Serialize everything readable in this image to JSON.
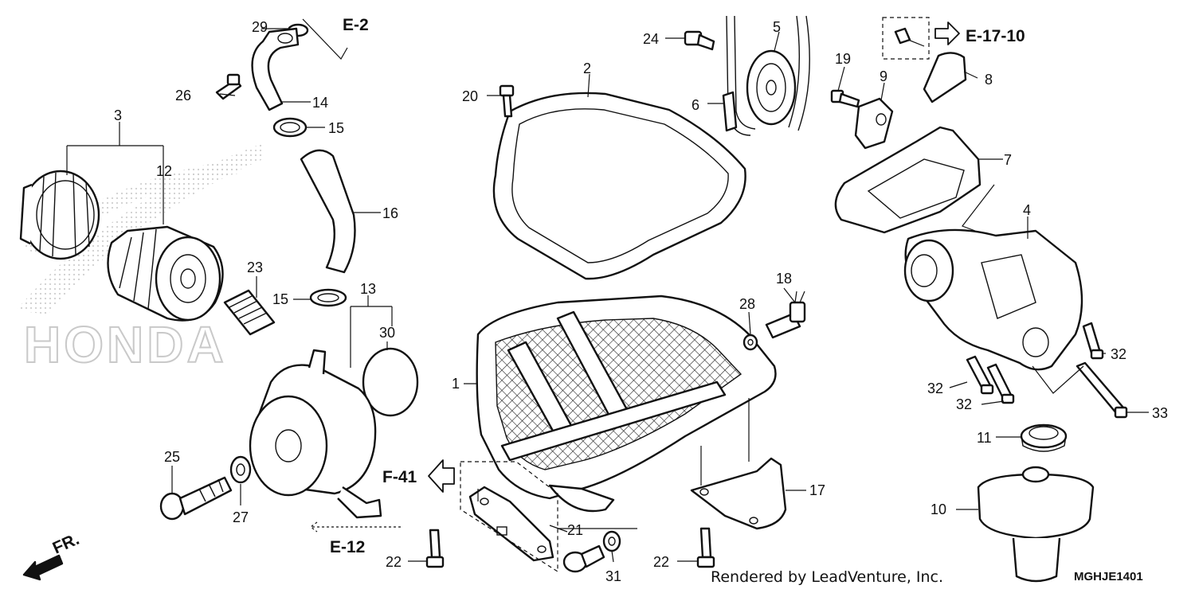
{
  "diagram": {
    "callouts": [
      {
        "id": "c1",
        "text": "1"
      },
      {
        "id": "c2",
        "text": "2"
      },
      {
        "id": "c3",
        "text": "3"
      },
      {
        "id": "c4",
        "text": "4"
      },
      {
        "id": "c5",
        "text": "5"
      },
      {
        "id": "c6",
        "text": "6"
      },
      {
        "id": "c7",
        "text": "7"
      },
      {
        "id": "c8",
        "text": "8"
      },
      {
        "id": "c9",
        "text": "9"
      },
      {
        "id": "c10",
        "text": "10"
      },
      {
        "id": "c11",
        "text": "11"
      },
      {
        "id": "c12",
        "text": "12"
      },
      {
        "id": "c13",
        "text": "13"
      },
      {
        "id": "c14",
        "text": "14"
      },
      {
        "id": "c15a",
        "text": "15"
      },
      {
        "id": "c15b",
        "text": "15"
      },
      {
        "id": "c16",
        "text": "16"
      },
      {
        "id": "c17",
        "text": "17"
      },
      {
        "id": "c18",
        "text": "18"
      },
      {
        "id": "c19",
        "text": "19"
      },
      {
        "id": "c20",
        "text": "20"
      },
      {
        "id": "c21",
        "text": "21"
      },
      {
        "id": "c22a",
        "text": "22"
      },
      {
        "id": "c22b",
        "text": "22"
      },
      {
        "id": "c23",
        "text": "23"
      },
      {
        "id": "c24",
        "text": "24"
      },
      {
        "id": "c25",
        "text": "25"
      },
      {
        "id": "c26",
        "text": "26"
      },
      {
        "id": "c27",
        "text": "27"
      },
      {
        "id": "c28",
        "text": "28"
      },
      {
        "id": "c29",
        "text": "29"
      },
      {
        "id": "c30",
        "text": "30"
      },
      {
        "id": "c31",
        "text": "31"
      },
      {
        "id": "c32a",
        "text": "32"
      },
      {
        "id": "c32b",
        "text": "32"
      },
      {
        "id": "c32c",
        "text": "32"
      },
      {
        "id": "c33",
        "text": "33"
      }
    ],
    "refs": {
      "e2": "E-2",
      "e17_10": "E-17-10",
      "e12": "E-12",
      "f41": "F-41",
      "fr": "FR."
    },
    "watermark": "HONDA",
    "footer": {
      "rendered_by": "Rendered by LeadVenture, Inc.",
      "diagram_code": "MGHJE1401"
    }
  }
}
